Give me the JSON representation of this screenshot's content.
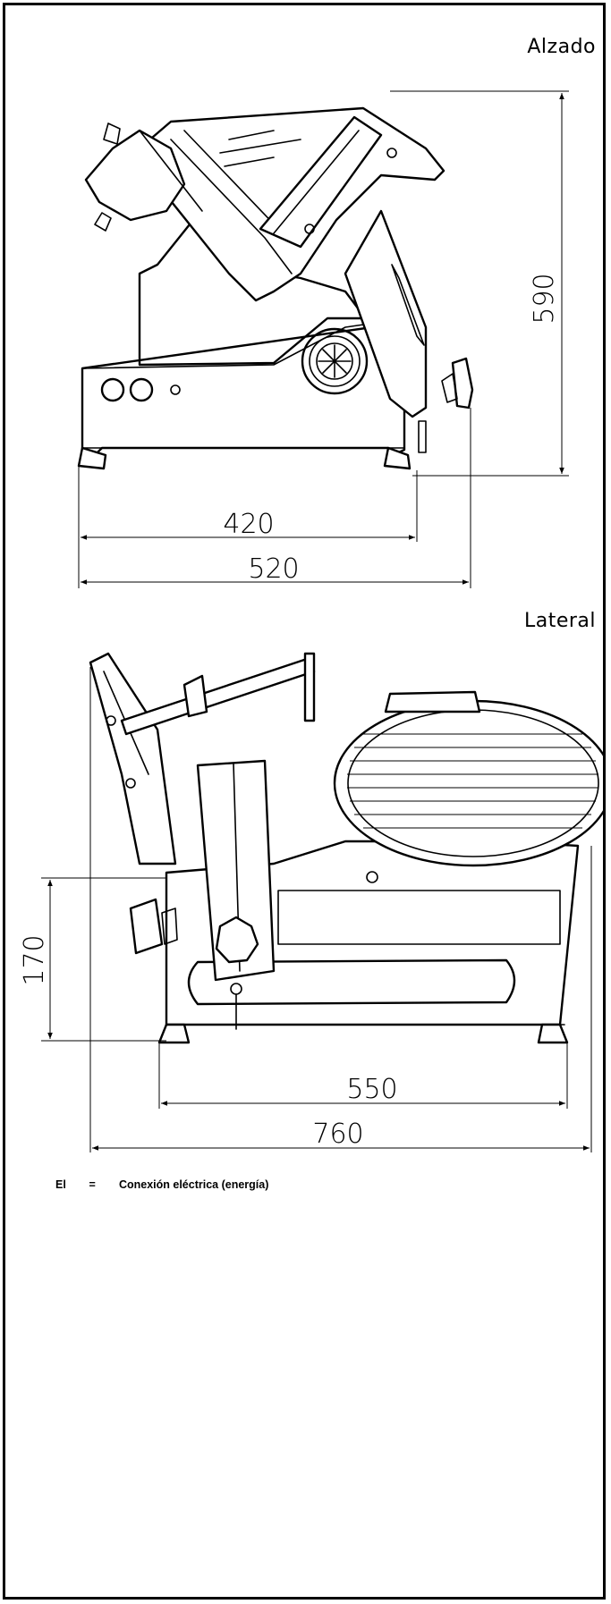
{
  "views": {
    "alzado": {
      "title": "Alzado",
      "dimensions": {
        "height": "590",
        "width_inner": "420",
        "width_outer": "520"
      }
    },
    "lateral": {
      "title": "Lateral",
      "dimensions": {
        "height": "170",
        "width_inner": "550",
        "width_outer": "760"
      }
    }
  },
  "legend": [
    {
      "code": "El",
      "sep": "=",
      "text": "Conexión eléctrica (energía)"
    }
  ]
}
